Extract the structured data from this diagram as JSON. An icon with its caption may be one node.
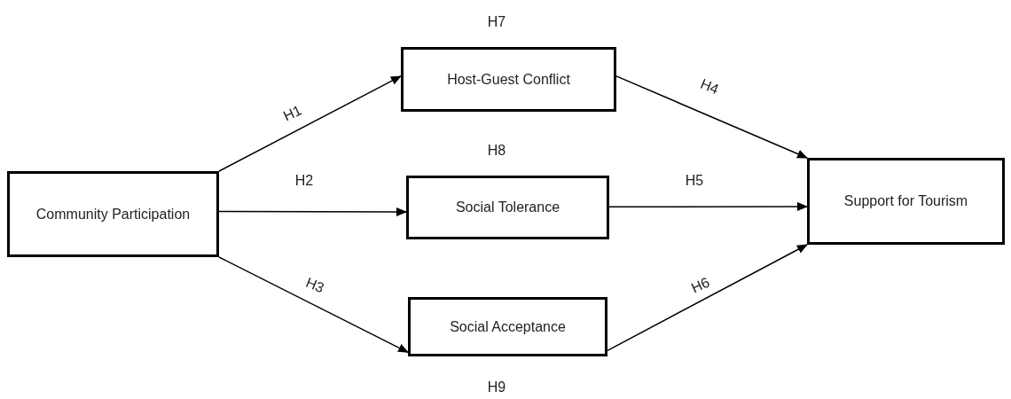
{
  "diagram": {
    "nodes": [
      {
        "text": [
          "Community Participation"
        ]
      },
      {
        "text": [
          "Host-Guest Conflict"
        ]
      },
      {
        "text": [
          "Social Tolerance"
        ]
      },
      {
        "text": [
          "Social Acceptance"
        ]
      },
      {
        "text": [
          "Support for Tourism"
        ]
      }
    ],
    "edges": [
      {
        "from": 0,
        "to": 1,
        "arrow": "to",
        "label": "H1"
      },
      {
        "from": 0,
        "to": 2,
        "arrow": "to",
        "label": "H2"
      },
      {
        "from": 0,
        "to": 3,
        "arrow": "to",
        "label": "H3"
      },
      {
        "from": 1,
        "to": 4,
        "arrow": "to",
        "label": "H4"
      },
      {
        "from": 2,
        "to": 4,
        "arrow": "to",
        "label": "H5"
      },
      {
        "from": 3,
        "to": 4,
        "arrow": "to",
        "label": "H6"
      }
    ],
    "labels": [
      "H7",
      "H8",
      "H9"
    ]
  }
}
